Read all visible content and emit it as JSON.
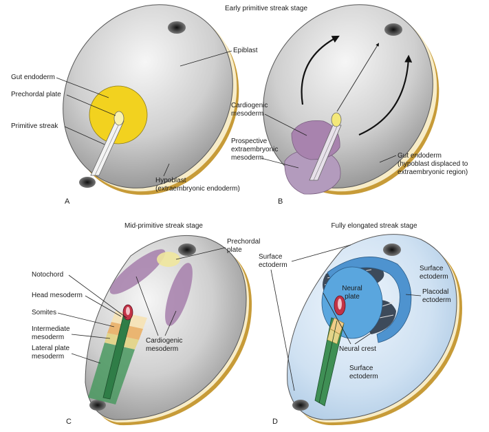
{
  "stages": {
    "top": "Early primitive streak stage",
    "bottom_left": "Mid-primitive streak stage",
    "bottom_right": "Fully elongated streak stage"
  },
  "panels": {
    "A": {
      "letter": "A",
      "labels": {
        "epiblast": "Epiblast",
        "gut_endoderm": "Gut endoderm",
        "prechordal_plate": "Prechordal plate",
        "primitive_streak": "Primitive streak",
        "hypoblast_1": "Hypoblast",
        "hypoblast_2": "(extraembryonic endoderm)"
      }
    },
    "B": {
      "letter": "B",
      "labels": {
        "cardiogenic_1": "Cardiogenic",
        "cardiogenic_2": "mesoderm",
        "prospective_1": "Prospective",
        "prospective_2": "extraembryonic",
        "prospective_3": "mesoderm",
        "gut_endoderm_1": "Gut endoderm",
        "gut_endoderm_2": "(hypoblast displaced to",
        "gut_endoderm_3": "extraembryonic region)"
      }
    },
    "C": {
      "letter": "C",
      "labels": {
        "prechordal_1": "Prechordal",
        "prechordal_2": "plate",
        "notochord": "Notochord",
        "head_mesoderm": "Head mesoderm",
        "somites": "Somites",
        "intermediate_1": "Intermediate",
        "intermediate_2": "mesoderm",
        "lateral_1": "Lateral plate",
        "lateral_2": "mesoderm",
        "cardiogenic_1": "Cardiogenic",
        "cardiogenic_2": "mesoderm"
      }
    },
    "D": {
      "letter": "D",
      "labels": {
        "surface_ecto_tl_1": "Surface",
        "surface_ecto_tl_2": "ectoderm",
        "surface_ecto_tr_1": "Surface",
        "surface_ecto_tr_2": "ectoderm",
        "neural_plate_1": "Neural",
        "neural_plate_2": "plate",
        "placodal_1": "Placodal",
        "placodal_2": "ectoderm",
        "neural_crest": "Neural crest",
        "surface_ecto_b_1": "Surface",
        "surface_ecto_b_2": "ectoderm"
      }
    }
  },
  "colors": {
    "disc_gray": "#b9b9b9",
    "disc_light": "#efefef",
    "rim_yellow": "#d9b93a",
    "gut_endoderm": "#f2d21f",
    "purple": "#a98aae",
    "blue_disc": "#c7dcef",
    "neural_plate": "#5aa6de",
    "green": "#3f8f55",
    "red": "#c23346"
  }
}
